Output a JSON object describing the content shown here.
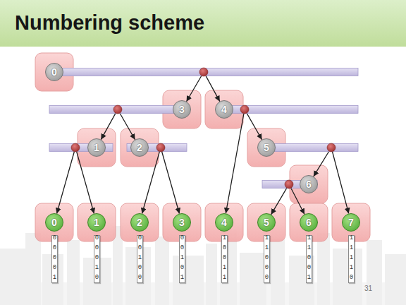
{
  "diagram": {
    "title": "Numbering scheme",
    "nodes": [
      {
        "text": [
          "0"
        ]
      },
      {
        "text": [
          "3"
        ]
      },
      {
        "text": [
          "4"
        ]
      },
      {
        "text": [
          "1"
        ]
      },
      {
        "text": [
          "2"
        ]
      },
      {
        "text": [
          "5"
        ]
      },
      {
        "text": [
          "6"
        ]
      },
      {
        "text": [
          "0"
        ]
      },
      {
        "text": [
          "1"
        ]
      },
      {
        "text": [
          "2"
        ]
      },
      {
        "text": [
          "3"
        ]
      },
      {
        "text": [
          "4"
        ]
      },
      {
        "text": [
          "5"
        ]
      },
      {
        "text": [
          "6"
        ]
      },
      {
        "text": [
          "7"
        ]
      },
      {
        "text": [
          "00001"
        ]
      },
      {
        "text": [
          "00010"
        ]
      },
      {
        "text": [
          "00100"
        ]
      },
      {
        "text": [
          "00101"
        ]
      },
      {
        "text": [
          "10011"
        ]
      },
      {
        "text": [
          "11000"
        ]
      },
      {
        "text": [
          "11001"
        ]
      },
      {
        "text": [
          "11110"
        ]
      }
    ],
    "edges": [
      {
        "from": 0,
        "to": 1,
        "arrow": "to"
      },
      {
        "from": 0,
        "to": 2,
        "arrow": "to"
      },
      {
        "from": 1,
        "to": 3,
        "arrow": "to"
      },
      {
        "from": 1,
        "to": 4,
        "arrow": "to"
      },
      {
        "from": 2,
        "to": 11,
        "arrow": "to"
      },
      {
        "from": 2,
        "to": 5,
        "arrow": "to"
      },
      {
        "from": 3,
        "to": 7,
        "arrow": "to"
      },
      {
        "from": 3,
        "to": 8,
        "arrow": "to"
      },
      {
        "from": 4,
        "to": 9,
        "arrow": "to"
      },
      {
        "from": 4,
        "to": 10,
        "arrow": "to"
      },
      {
        "from": 5,
        "to": 6,
        "arrow": "to"
      },
      {
        "from": 5,
        "to": 14,
        "arrow": "to"
      },
      {
        "from": 6,
        "to": 12,
        "arrow": "to"
      },
      {
        "from": 6,
        "to": 13,
        "arrow": "to"
      }
    ],
    "labels": [
      "31"
    ]
  }
}
